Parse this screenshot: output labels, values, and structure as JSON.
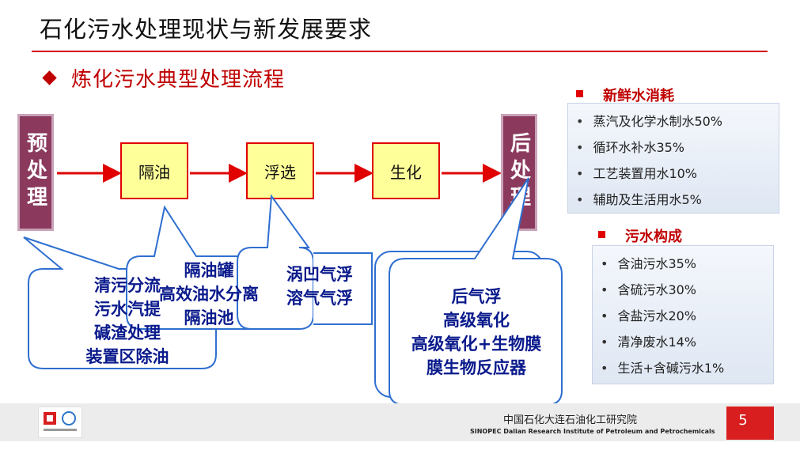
{
  "title": "石化污水处理现状与新发展要求",
  "subtitle": "炼化污水典型处理流程",
  "flow": {
    "pre": "预处理",
    "post": "后处理",
    "steps": [
      "隔油",
      "浮选",
      "生化"
    ]
  },
  "callouts": {
    "pre": [
      "清污分流",
      "污水汽提",
      "碱渣处理",
      "装置区除油"
    ],
    "oil": [
      "隔油罐",
      "高效油水分离",
      "隔油池"
    ],
    "flotation": [
      "涡凹气浮",
      "溶气气浮"
    ],
    "post": [
      "后气浮",
      "高级氧化",
      "高级氧化+生物膜",
      "膜生物反应器"
    ]
  },
  "fresh_water": {
    "heading": "新鲜水消耗",
    "items": [
      "蒸汽及化学水制水50%",
      "循环水补水35%",
      "工艺装置用水10%",
      "辅助及生活用水5%"
    ]
  },
  "wastewater": {
    "heading": "污水构成",
    "items": [
      "含油污水35%",
      "含硫污水30%",
      "含盐污水20%",
      "清净废水14%",
      "生活+含碱污水1%"
    ]
  },
  "footer": {
    "org_cn": "中国石化大连石油化工研究院",
    "org_en": "SINOPEC  Dalian Research Institute of Petroleum and Petrochemicals",
    "page": "5"
  },
  "colors": {
    "accent": "#c00000",
    "callout_text": "#0a1a8c",
    "block": "#8b3a5e",
    "step_fill": "#ffff99"
  }
}
